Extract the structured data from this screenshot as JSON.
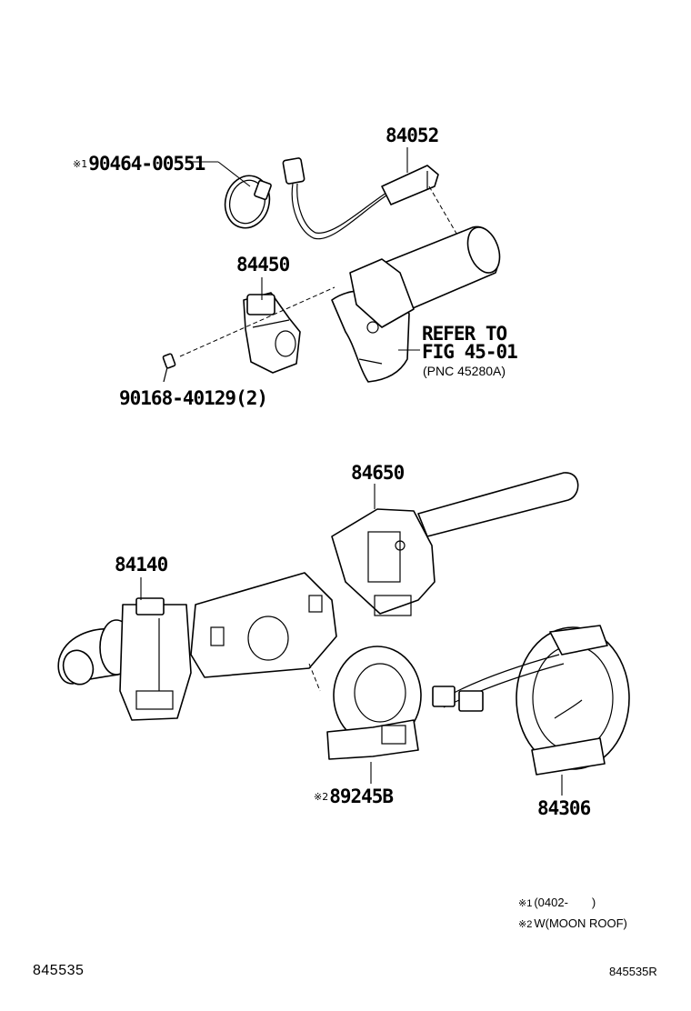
{
  "parts": {
    "p84052": "84052",
    "p90464_mark": "※1",
    "p90464": "90464-00551",
    "p84450": "84450",
    "refer_line1": "REFER TO",
    "refer_line2": "FIG 45-01",
    "refer_line3": "(PNC 45280A)",
    "p90168": "90168-40129(2)",
    "p84650": "84650",
    "p84140": "84140",
    "p89245_mark": "※2",
    "p89245": "89245B",
    "p84306": "84306"
  },
  "notes": {
    "n1_mark": "※1",
    "n1_text": "(0402-　　)",
    "n2_mark": "※2",
    "n2_text": "W(MOON ROOF)"
  },
  "footer": {
    "left_code": "845535",
    "right_code": "845535R"
  }
}
